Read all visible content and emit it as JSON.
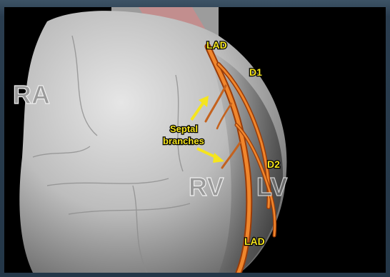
{
  "diagram": {
    "labels": {
      "ra": "RA",
      "rv": "RV",
      "lv": "LV",
      "lad_top": "LAD",
      "lad_bottom": "LAD",
      "d1": "D1",
      "d2": "D2",
      "septal_line1": "Septal",
      "septal_line2": "branches"
    }
  },
  "colors": {
    "background": "#000000",
    "frame": "#2a3d4f",
    "heart": "#c8c8c8",
    "artery": "#e8781e",
    "callout": "#f5e51e",
    "chamber_label": "#9a9a9a"
  }
}
